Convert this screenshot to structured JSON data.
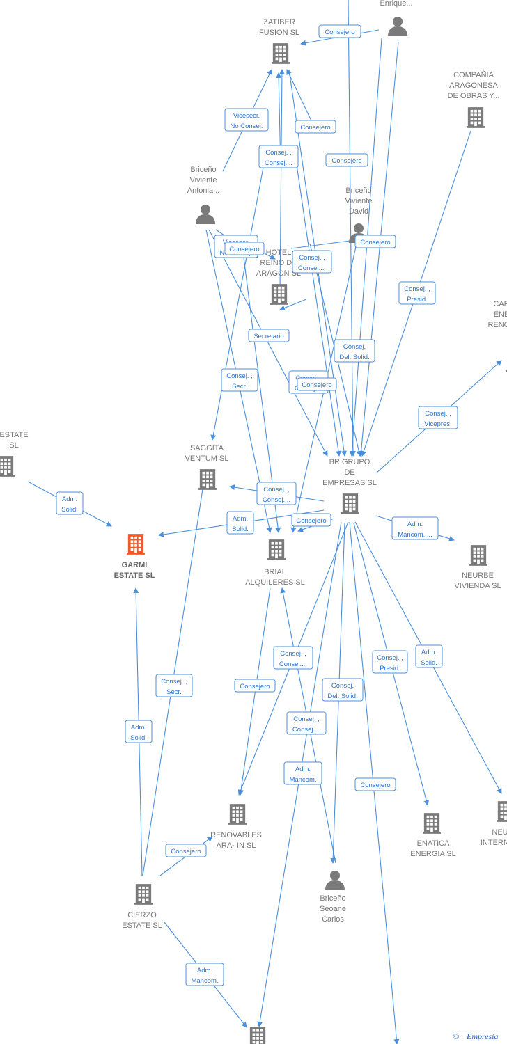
{
  "colors": {
    "edge": "#4a8fdb",
    "edge_text": "#2f74c9",
    "icon": "#7a7a7a",
    "highlight": "#f05a2a",
    "label": "#777777"
  },
  "nodes": [
    {
      "id": "zatiber",
      "type": "company",
      "lines": [
        "ZATIBER",
        "FUSION  SL"
      ]
    },
    {
      "id": "enrique",
      "type": "person",
      "lines": [
        "Enrique..."
      ]
    },
    {
      "id": "compania",
      "type": "company",
      "lines": [
        "COMPAÑIA",
        "ARAGONESA",
        "DE OBRAS Y..."
      ]
    },
    {
      "id": "antonia",
      "type": "person",
      "lines": [
        "Briceño",
        "Viviente",
        "Antonia..."
      ]
    },
    {
      "id": "david",
      "type": "person",
      "lines": [
        "Briceño",
        "Viviente",
        "David"
      ]
    },
    {
      "id": "hotel",
      "type": "company",
      "lines": [
        "HOTEL",
        "REINO DE",
        "ARAGON  SL"
      ]
    },
    {
      "id": "car",
      "type": "company",
      "lines": [
        "CAR",
        "ENE",
        "RENOV"
      ]
    },
    {
      "id": "estate_left",
      "type": "company",
      "lines": [
        "ESTATE",
        "SL"
      ]
    },
    {
      "id": "saggita",
      "type": "company",
      "lines": [
        "SAGGITA",
        "VENTUM  SL"
      ]
    },
    {
      "id": "brgrupo",
      "type": "company",
      "lines": [
        "BR GRUPO",
        "DE",
        "EMPRESAS SL"
      ]
    },
    {
      "id": "garmi",
      "type": "company_main",
      "lines": [
        "GARMI",
        "ESTATE  SL"
      ]
    },
    {
      "id": "brial",
      "type": "company",
      "lines": [
        "BRIAL",
        "ALQUILERES  SL"
      ]
    },
    {
      "id": "neurbe",
      "type": "company",
      "lines": [
        "NEURBE",
        "VIVIENDA  SL"
      ]
    },
    {
      "id": "renovables",
      "type": "company",
      "lines": [
        "RENOVABLES",
        "ARA- IN SL"
      ]
    },
    {
      "id": "enatica",
      "type": "company",
      "lines": [
        "ENATICA",
        "ENERGIA  SL"
      ]
    },
    {
      "id": "neu_int",
      "type": "company",
      "lines": [
        "NEU",
        "INTERNAC"
      ]
    },
    {
      "id": "carlos",
      "type": "person",
      "lines": [
        "Briceño",
        "Seoane",
        "Carlos"
      ]
    },
    {
      "id": "cierzo",
      "type": "company",
      "lines": [
        "CIERZO",
        "ESTATE  SL"
      ]
    },
    {
      "id": "bottom",
      "type": "company",
      "lines": []
    }
  ],
  "edge_labels": [
    {
      "id": "e1",
      "lines": [
        "Consejero"
      ]
    },
    {
      "id": "e2",
      "lines": [
        "Vicesecr.",
        "No Consej."
      ]
    },
    {
      "id": "e3",
      "lines": [
        "Consejero"
      ]
    },
    {
      "id": "e4",
      "lines": [
        "Consej. ,",
        "Consej...."
      ]
    },
    {
      "id": "e5",
      "lines": [
        "Consejero"
      ]
    },
    {
      "id": "e6",
      "lines": [
        "Consejero"
      ]
    },
    {
      "id": "e7",
      "lines": [
        "Vicesecr.",
        "No Consej."
      ]
    },
    {
      "id": "e8",
      "lines": [
        "Consejero"
      ]
    },
    {
      "id": "e9",
      "lines": [
        "Consej. ,",
        "Consej...."
      ]
    },
    {
      "id": "e10",
      "lines": [
        "Consej. ,",
        "Presid."
      ]
    },
    {
      "id": "e11",
      "lines": [
        "Secretario"
      ]
    },
    {
      "id": "e12",
      "lines": [
        "Consej.",
        "Del. Solid."
      ]
    },
    {
      "id": "e13",
      "lines": [
        "Consej. ,",
        "Secr."
      ]
    },
    {
      "id": "e14",
      "lines": [
        "Consej. ,",
        "Consej...."
      ]
    },
    {
      "id": "e15",
      "lines": [
        "Consejero"
      ]
    },
    {
      "id": "e16",
      "lines": [
        "Consej. ,",
        "Vicepres."
      ]
    },
    {
      "id": "e17",
      "lines": [
        "Adm.",
        "Solid."
      ]
    },
    {
      "id": "e18",
      "lines": [
        "Consej. ,",
        "Consej...."
      ]
    },
    {
      "id": "e19",
      "lines": [
        "Adm.",
        "Solid."
      ]
    },
    {
      "id": "e20",
      "lines": [
        "Consejero"
      ]
    },
    {
      "id": "e21",
      "lines": [
        "Adm.",
        "Mancom.,..."
      ]
    },
    {
      "id": "e22",
      "lines": [
        "Consej. ,",
        "Consej...."
      ]
    },
    {
      "id": "e23",
      "lines": [
        "Consej. ,",
        "Presid."
      ]
    },
    {
      "id": "e24",
      "lines": [
        "Adm.",
        "Solid."
      ]
    },
    {
      "id": "e25",
      "lines": [
        "Consejero"
      ]
    },
    {
      "id": "e26",
      "lines": [
        "Consej. ,",
        "Secr."
      ]
    },
    {
      "id": "e27",
      "lines": [
        "Consej.",
        "Del. Solid."
      ]
    },
    {
      "id": "e28",
      "lines": [
        "Consej. ,",
        "Consej...."
      ]
    },
    {
      "id": "e29",
      "lines": [
        "Adm.",
        "Solid."
      ]
    },
    {
      "id": "e30",
      "lines": [
        "Adm.",
        "Mancom."
      ]
    },
    {
      "id": "e31",
      "lines": [
        "Consejero"
      ]
    },
    {
      "id": "e32",
      "lines": [
        "Consejero"
      ]
    },
    {
      "id": "e33",
      "lines": [
        "Adm.",
        "Mancom."
      ]
    }
  ],
  "watermark": {
    "symbol": "©",
    "text": "Empresia"
  }
}
